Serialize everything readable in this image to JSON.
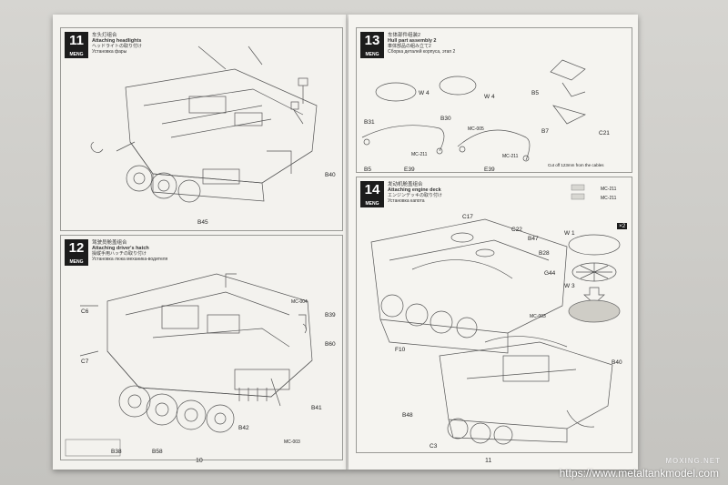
{
  "left_page": {
    "number": "10",
    "step11": {
      "num": "11",
      "brand": "MENG",
      "title_zh": "车头灯组合",
      "title_en": "Attaching headlights",
      "title_jp": "ヘッドライトの取り付け",
      "title_ru": "Установка фары",
      "parts": [
        "B40",
        "B45"
      ]
    },
    "step12": {
      "num": "12",
      "brand": "MENG",
      "title_zh": "驾驶员舱盖组合",
      "title_en": "Attaching driver's hatch",
      "title_jp": "操縦手用ハッチの取り付け",
      "title_ru": "Установка люка механика-водителя",
      "parts": [
        "C6",
        "C7",
        "B39",
        "B60",
        "B41",
        "B42",
        "B38",
        "B58"
      ],
      "part_refs": [
        "MC-004",
        "MC-003"
      ]
    }
  },
  "right_page": {
    "number": "11",
    "step13": {
      "num": "13",
      "brand": "MENG",
      "title_zh": "车体部件组装2",
      "title_en": "Hull part assembly 2",
      "title_jp": "車体部品の組み立て2",
      "title_ru": "Сборка деталей корпуса, этап 2",
      "parts": [
        "B31",
        "B30",
        "B5",
        "C21",
        "B7",
        "B5",
        "E39",
        "E39"
      ],
      "part_refs": [
        "MC-005",
        "MC-211",
        "MC-211"
      ],
      "wire_counts": [
        "W 4",
        "W 4"
      ],
      "note": "Cut off 123mm from the cables"
    },
    "step14": {
      "num": "14",
      "brand": "MENG",
      "title_zh": "发动机舱盖组合",
      "title_en": "Attaching engine deck",
      "title_jp": "エンジンデッキの取り付け",
      "title_ru": "Установка капота",
      "parts": [
        "C17",
        "C22",
        "B47",
        "B28",
        "G44",
        "F10",
        "B40",
        "B48",
        "C3"
      ],
      "part_refs": [
        "MC-211",
        "MC-211",
        "MC-003"
      ],
      "wires": [
        "W 1",
        "W 3"
      ],
      "multiplier": "×2"
    }
  },
  "watermark": "MOXING.NET",
  "url": "https://www.metaltankmodel.com"
}
